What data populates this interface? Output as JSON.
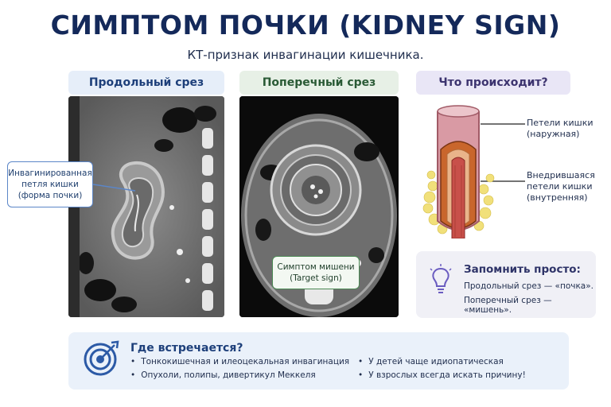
{
  "title": "СИМПТОМ ПОЧКИ (KIDNEY SIGN)",
  "subtitle": "КТ-признак инвагинации кишечника.",
  "panels": {
    "longitudinal": "Продольный срез",
    "transverse": "Поперечный срез",
    "mechanism": "Что происходит?"
  },
  "callouts": {
    "kidney": [
      "Инвагинированная",
      "петля кишки",
      "(форма почки)"
    ],
    "target": [
      "Симптом мишени",
      "(Target sign)"
    ]
  },
  "diagram": {
    "outer": [
      "Петели кишки",
      "(наружная)"
    ],
    "inner": [
      "Внедрившаяся",
      "петели кишки",
      "(внутренняя)"
    ]
  },
  "remember": {
    "title": "Запомнить просто:",
    "lines": [
      "Продольный срез — «почка».",
      "Поперечный срез — «мишень»."
    ]
  },
  "where": {
    "title": "Где встречается?",
    "items": [
      "Тонкокишечная и илеоцекальная инвагинация",
      "Опухоли, полипы, дивертикул Меккеля",
      "У детей чаще идиопатическая",
      "У взрослых всегда искать причину!"
    ]
  },
  "colors": {
    "navy": "#14295a",
    "blue": "#5b86c8",
    "green": "#4c8a55",
    "purple": "#6a5cc0"
  }
}
